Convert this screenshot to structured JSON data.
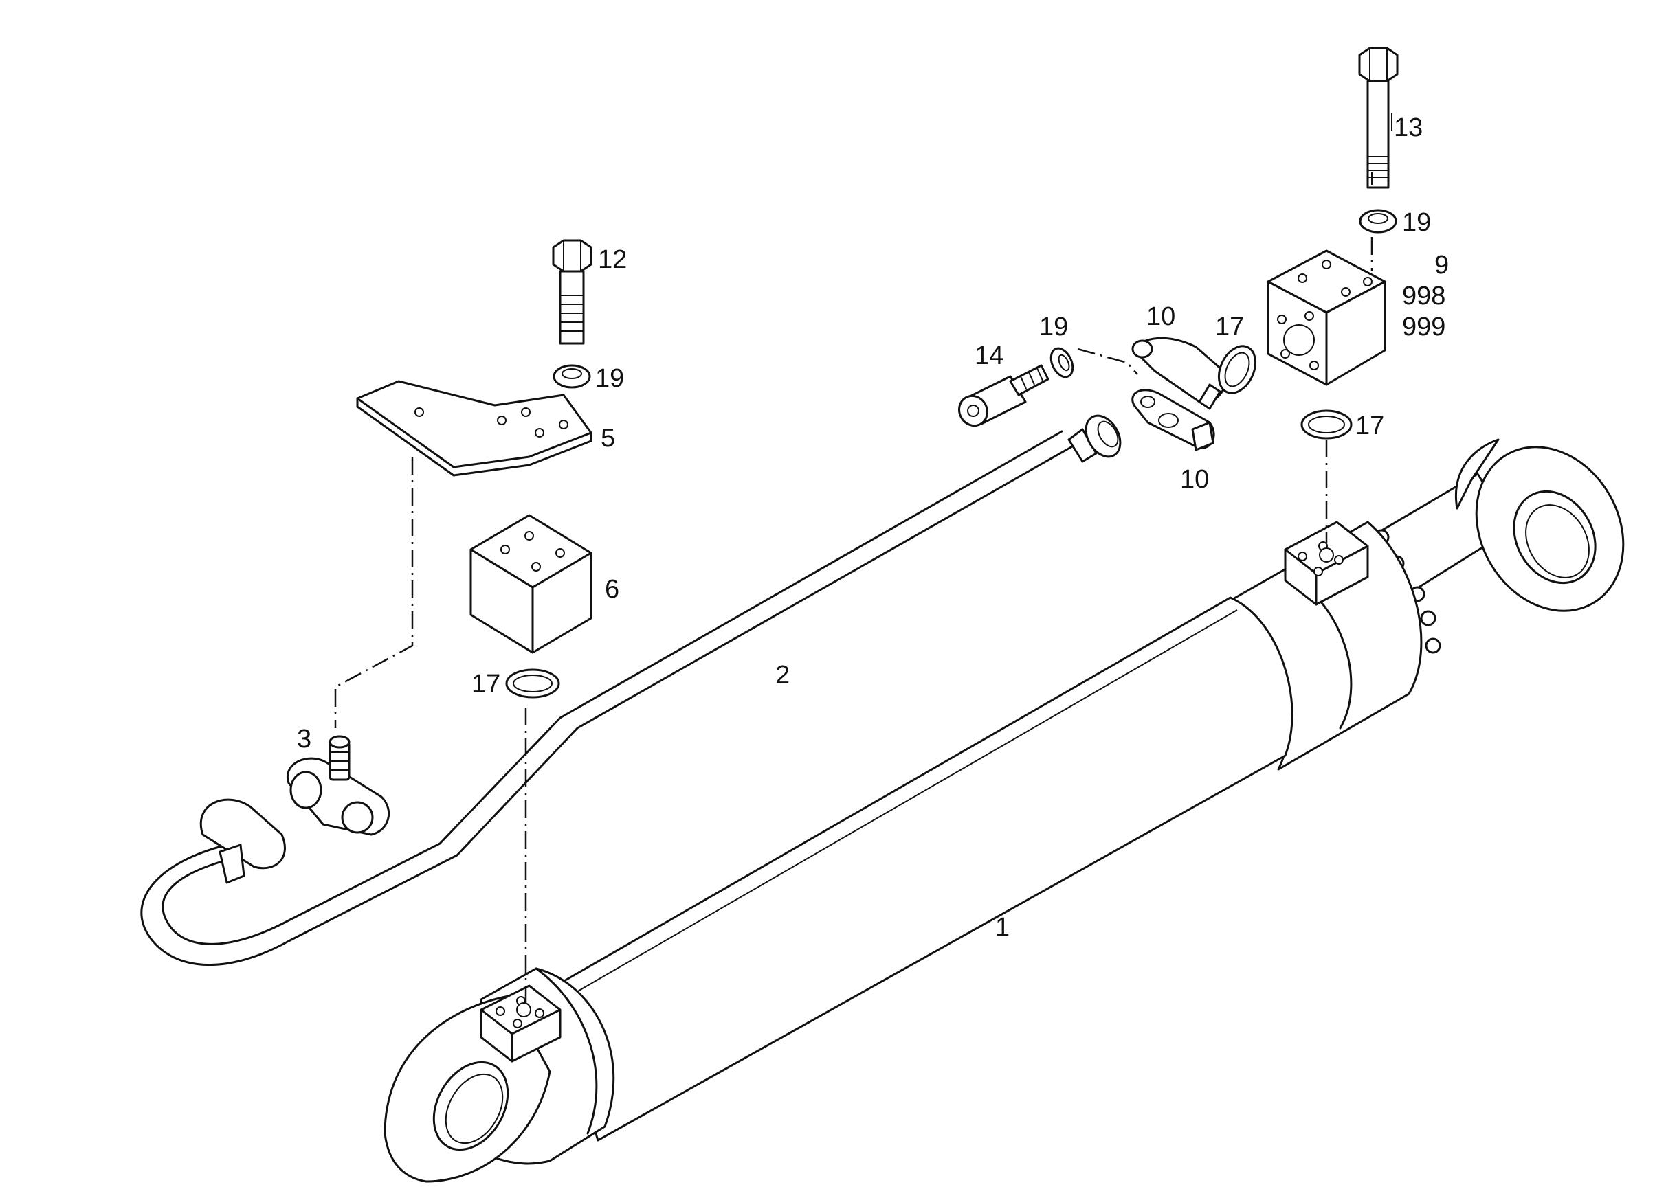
{
  "diagram": {
    "callouts": {
      "c1": "1",
      "c2": "2",
      "c3": "3",
      "c5": "5",
      "c6": "6",
      "c9": "9",
      "c998": "998",
      "c999": "999",
      "c10a": "10",
      "c10b": "10",
      "c12": "12",
      "c13": "13",
      "c14": "14",
      "c17a": "17",
      "c17b": "17",
      "c17c": "17",
      "c19a": "19",
      "c19b": "19",
      "c19c": "19"
    }
  }
}
